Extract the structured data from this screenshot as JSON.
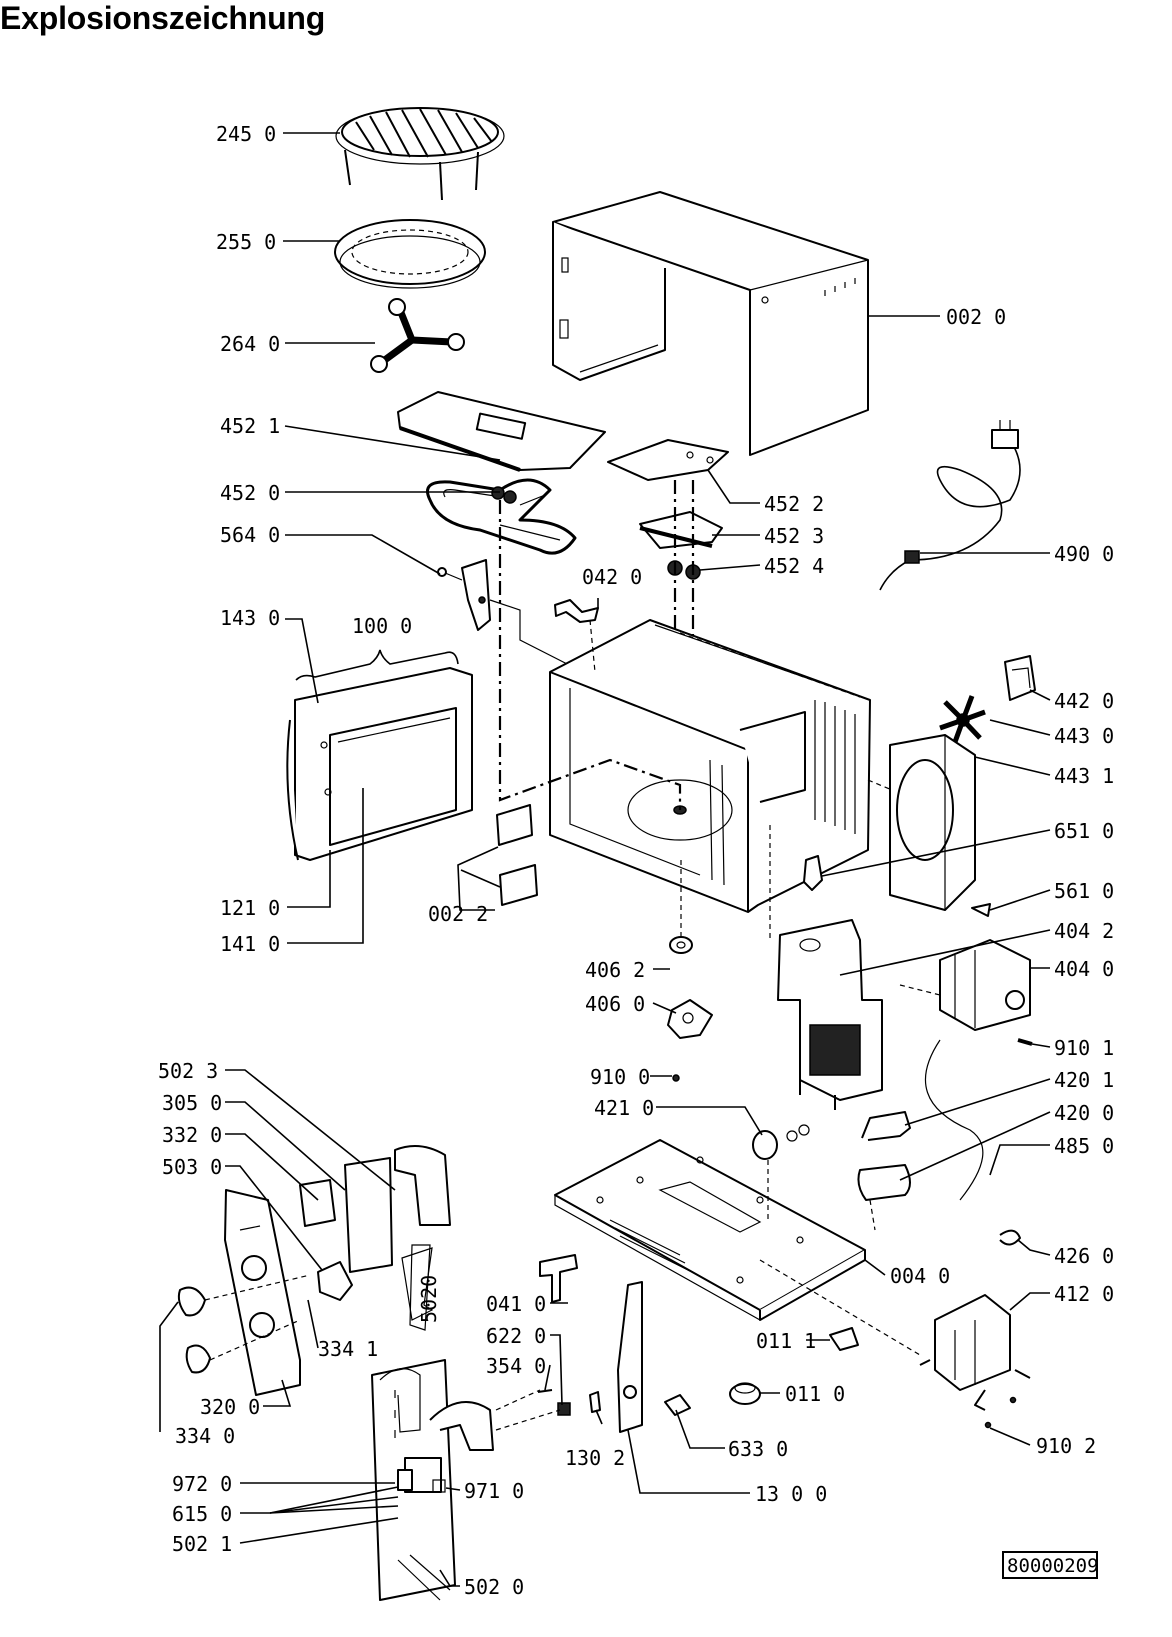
{
  "title": "Explosionszeichnung",
  "document_code": "80000209",
  "parts": [
    {
      "id": "p2450",
      "label": "245 0"
    },
    {
      "id": "p2550",
      "label": "255 0"
    },
    {
      "id": "p2640",
      "label": "264 0"
    },
    {
      "id": "p4521",
      "label": "452 1"
    },
    {
      "id": "p4520",
      "label": "452 0"
    },
    {
      "id": "p5640",
      "label": "564 0"
    },
    {
      "id": "p1430",
      "label": "143 0"
    },
    {
      "id": "p1000",
      "label": "100 0"
    },
    {
      "id": "p1210",
      "label": "121 0"
    },
    {
      "id": "p1410",
      "label": "141 0"
    },
    {
      "id": "p0022",
      "label": "002 2"
    },
    {
      "id": "p0420",
      "label": "042 0"
    },
    {
      "id": "p0020",
      "label": "002 0"
    },
    {
      "id": "p4522",
      "label": "452 2"
    },
    {
      "id": "p4523",
      "label": "452 3"
    },
    {
      "id": "p4524",
      "label": "452 4"
    },
    {
      "id": "p4900",
      "label": "490 0"
    },
    {
      "id": "p4420",
      "label": "442 0"
    },
    {
      "id": "p4430",
      "label": "443 0"
    },
    {
      "id": "p4431",
      "label": "443 1"
    },
    {
      "id": "p6510",
      "label": "651 0"
    },
    {
      "id": "p5610",
      "label": "561 0"
    },
    {
      "id": "p4042",
      "label": "404 2"
    },
    {
      "id": "p4040",
      "label": "404 0"
    },
    {
      "id": "p9101",
      "label": "910 1"
    },
    {
      "id": "p4062",
      "label": "406 2"
    },
    {
      "id": "p4060",
      "label": "406 0"
    },
    {
      "id": "p9100",
      "label": "910 0"
    },
    {
      "id": "p4210",
      "label": "421 0"
    },
    {
      "id": "p4201",
      "label": "420 1"
    },
    {
      "id": "p4200",
      "label": "420 0"
    },
    {
      "id": "p4850",
      "label": "485 0"
    },
    {
      "id": "p5023",
      "label": "502 3"
    },
    {
      "id": "p3050",
      "label": "305 0"
    },
    {
      "id": "p3320",
      "label": "332 0"
    },
    {
      "id": "p5030",
      "label": "503 0"
    },
    {
      "id": "p5020v",
      "label": "5020"
    },
    {
      "id": "p3341",
      "label": "334 1"
    },
    {
      "id": "p3200",
      "label": "320 0"
    },
    {
      "id": "p3340",
      "label": "334 0"
    },
    {
      "id": "p0410",
      "label": "041 0"
    },
    {
      "id": "p6220",
      "label": "622 0"
    },
    {
      "id": "p3540",
      "label": "354 0"
    },
    {
      "id": "p0040",
      "label": "004 0"
    },
    {
      "id": "p4260",
      "label": "426 0"
    },
    {
      "id": "p0111",
      "label": "011 1"
    },
    {
      "id": "p0110",
      "label": "011 0"
    },
    {
      "id": "p4120",
      "label": "412 0"
    },
    {
      "id": "p9102",
      "label": "910 2"
    },
    {
      "id": "p6330",
      "label": "633 0"
    },
    {
      "id": "p1302",
      "label": "130 2"
    },
    {
      "id": "p1300",
      "label": "13 0 0"
    },
    {
      "id": "p9720",
      "label": "972 0"
    },
    {
      "id": "p9710",
      "label": "971 0"
    },
    {
      "id": "p6150",
      "label": "615 0"
    },
    {
      "id": "p5021",
      "label": "502 1"
    },
    {
      "id": "p5020",
      "label": "502 0"
    }
  ]
}
